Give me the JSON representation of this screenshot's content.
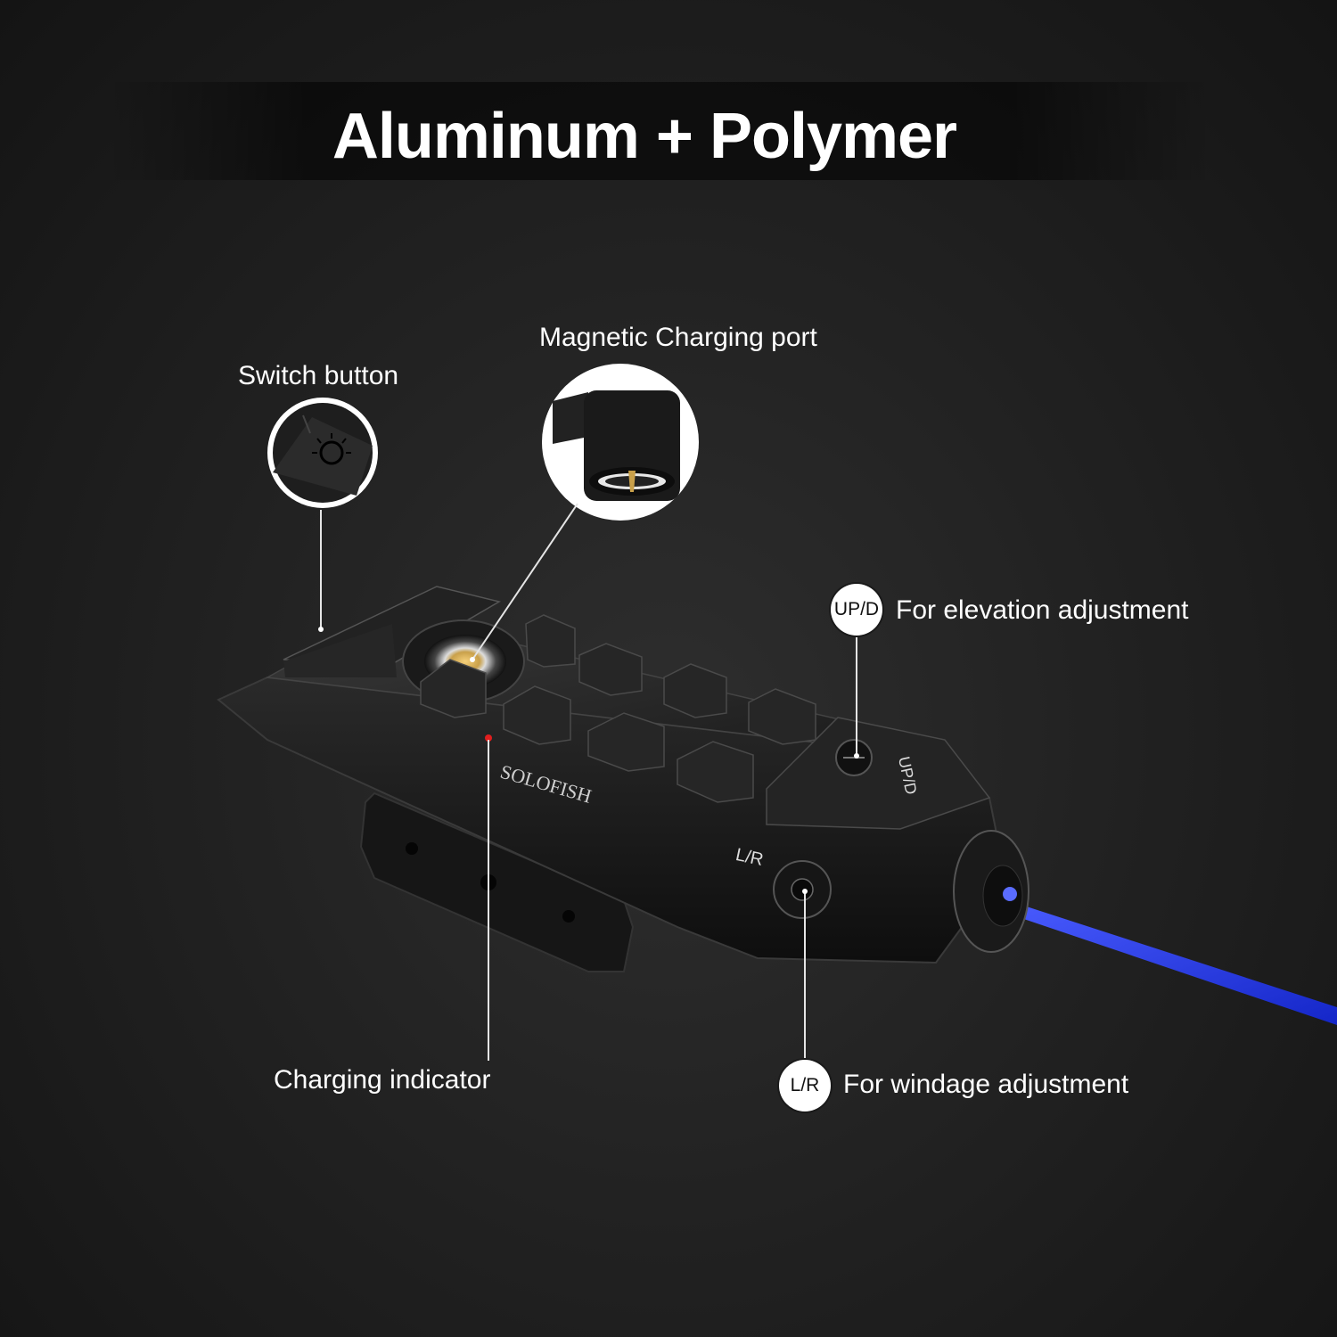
{
  "title": "Aluminum + Polymer",
  "callouts": {
    "switch_button": "Switch button",
    "magnetic_port": "Magnetic Charging port",
    "elevation": "For elevation adjustment",
    "windage": "For windage adjustment",
    "charging_indicator": "Charging indicator"
  },
  "badges": {
    "up_down": "UP/D",
    "left_right": "L/R"
  },
  "device_markings": {
    "brand": "SOLOFISH",
    "lr_mark": "L/R",
    "ud_mark": "UP/D"
  },
  "colors": {
    "laser": "#1f2fd8",
    "indicator": "#e01e1e",
    "body": "#1c1c1c"
  }
}
